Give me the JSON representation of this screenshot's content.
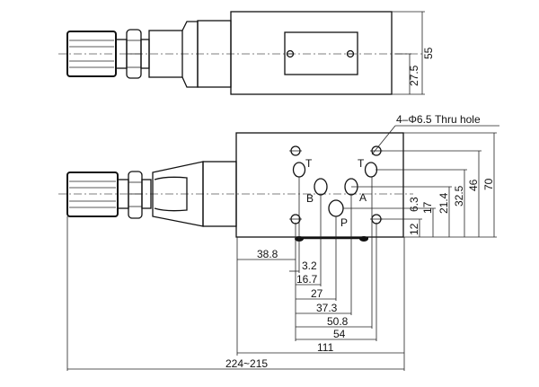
{
  "top_view": {
    "dimensions": {
      "half_height": "27.5",
      "height": "55"
    }
  },
  "bottom_view": {
    "callout": "4–Φ6.5  Thru hole",
    "port_labels": {
      "t_left": "T",
      "t_right": "T",
      "b": "B",
      "a": "A",
      "p": "P"
    },
    "right_dimensions": {
      "d12": "12",
      "d6_3": "6.3",
      "d17": "17",
      "d21_4": "21.4",
      "d32_5": "32.5",
      "d46": "46",
      "d70": "70"
    },
    "bottom_dimensions": {
      "d38_8": "38.8",
      "d3_2": "3.2",
      "d16_7": "16.7",
      "d27": "27",
      "d37_3": "37.3",
      "d50_8": "50.8",
      "d54": "54",
      "d111": "111",
      "overall": "224~215"
    }
  }
}
